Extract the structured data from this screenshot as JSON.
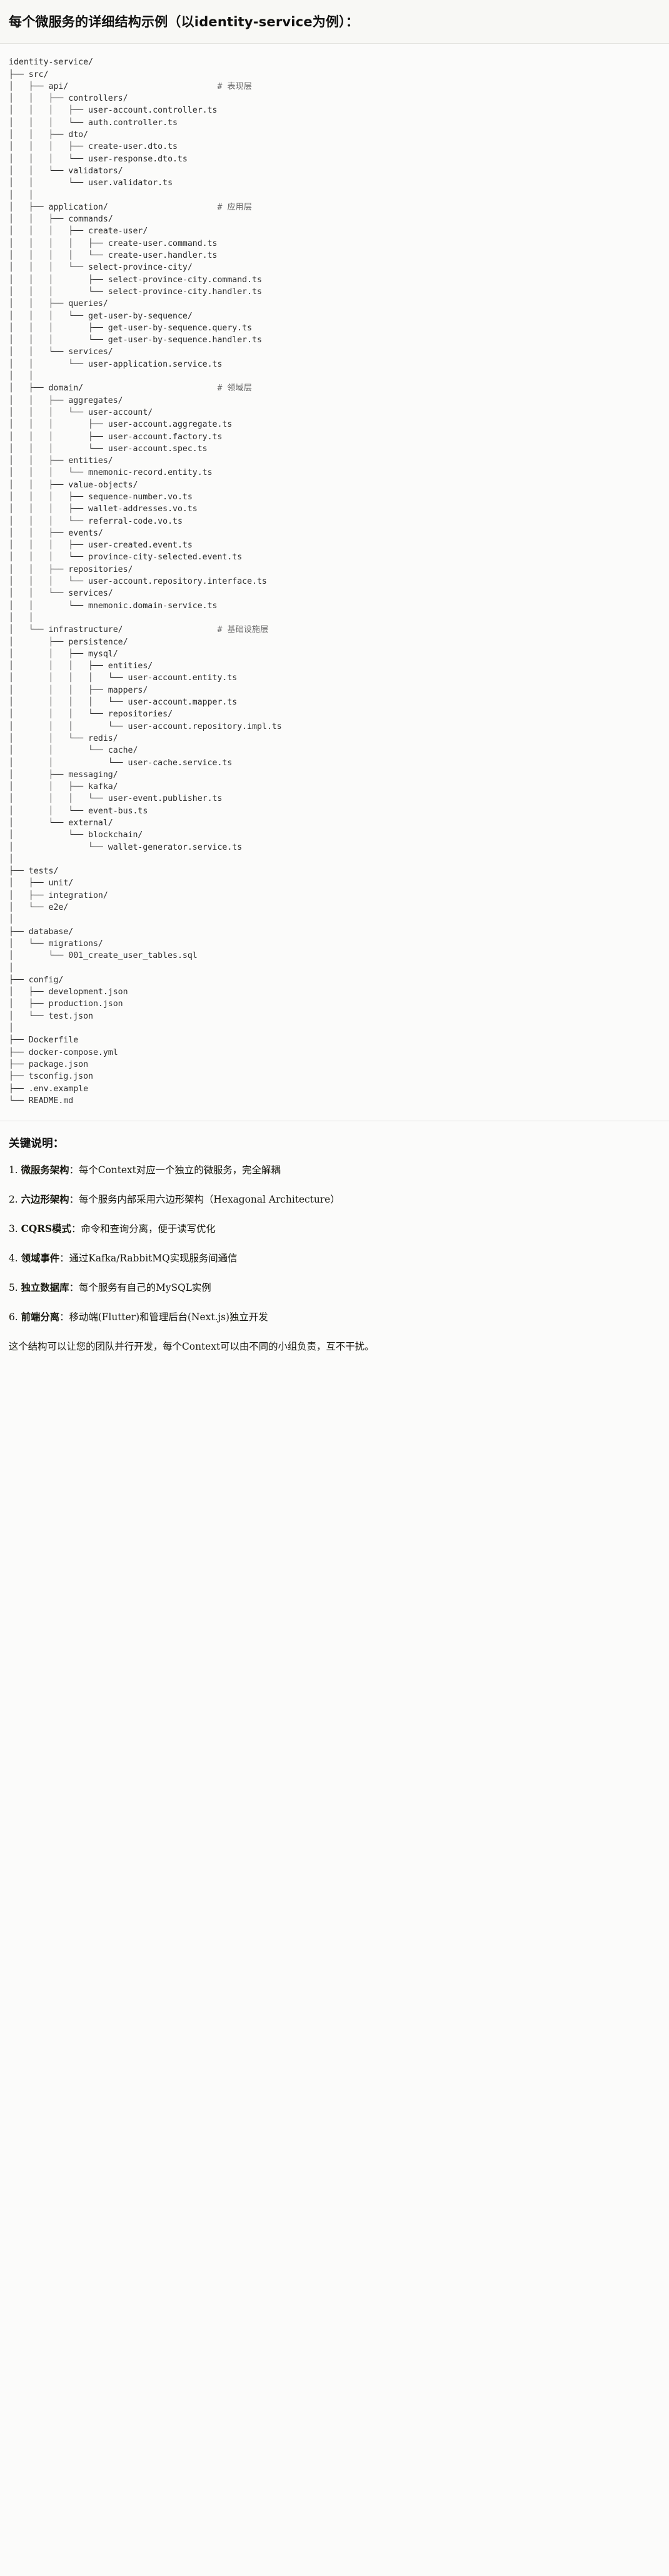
{
  "header": {
    "title": "每个微服务的详细结构示例（以identity-service为例）："
  },
  "tree": {
    "root": "identity-service/",
    "text": "identity-service/\n├── src/\n│   ├── api/                              # 表现层\n│   │   ├── controllers/\n│   │   │   ├── user-account.controller.ts\n│   │   │   └── auth.controller.ts\n│   │   ├── dto/\n│   │   │   ├── create-user.dto.ts\n│   │   │   └── user-response.dto.ts\n│   │   └── validators/\n│   │       └── user.validator.ts\n│   │\n│   ├── application/                      # 应用层\n│   │   ├── commands/\n│   │   │   ├── create-user/\n│   │   │   │   ├── create-user.command.ts\n│   │   │   │   └── create-user.handler.ts\n│   │   │   └── select-province-city/\n│   │   │       ├── select-province-city.command.ts\n│   │   │       └── select-province-city.handler.ts\n│   │   ├── queries/\n│   │   │   └── get-user-by-sequence/\n│   │   │       ├── get-user-by-sequence.query.ts\n│   │   │       └── get-user-by-sequence.handler.ts\n│   │   └── services/\n│   │       └── user-application.service.ts\n│   │\n│   ├── domain/                           # 领域层\n│   │   ├── aggregates/\n│   │   │   └── user-account/\n│   │   │       ├── user-account.aggregate.ts\n│   │   │       ├── user-account.factory.ts\n│   │   │       └── user-account.spec.ts\n│   │   ├── entities/\n│   │   │   └── mnemonic-record.entity.ts\n│   │   ├── value-objects/\n│   │   │   ├── sequence-number.vo.ts\n│   │   │   ├── wallet-addresses.vo.ts\n│   │   │   └── referral-code.vo.ts\n│   │   ├── events/\n│   │   │   ├── user-created.event.ts\n│   │   │   └── province-city-selected.event.ts\n│   │   ├── repositories/\n│   │   │   └── user-account.repository.interface.ts\n│   │   └── services/\n│   │       └── mnemonic.domain-service.ts\n│   │\n│   └── infrastructure/                   # 基础设施层\n│       ├── persistence/\n│       │   ├── mysql/\n│       │   │   ├── entities/\n│       │   │   │   └── user-account.entity.ts\n│       │   │   ├── mappers/\n│       │   │   │   └── user-account.mapper.ts\n│       │   │   └── repositories/\n│       │   │       └── user-account.repository.impl.ts\n│       │   └── redis/\n│       │       └── cache/\n│       │           └── user-cache.service.ts\n│       ├── messaging/\n│       │   ├── kafka/\n│       │   │   └── user-event.publisher.ts\n│       │   └── event-bus.ts\n│       └── external/\n│           └── blockchain/\n│               └── wallet-generator.service.ts\n│\n├── tests/\n│   ├── unit/\n│   ├── integration/\n│   └── e2e/\n│\n├── database/\n│   └── migrations/\n│       └── 001_create_user_tables.sql\n│\n├── config/\n│   ├── development.json\n│   ├── production.json\n│   └── test.json\n│\n├── Dockerfile\n├── docker-compose.yml\n├── package.json\n├── tsconfig.json\n├── .env.example\n└── README.md",
    "layer_comments": [
      {
        "path": "api/",
        "comment": "# 表现层"
      },
      {
        "path": "application/",
        "comment": "# 应用层"
      },
      {
        "path": "domain/",
        "comment": "# 领域层"
      },
      {
        "path": "infrastructure/",
        "comment": "# 基础设施层"
      }
    ]
  },
  "notes": {
    "heading": "关键说明：",
    "items": [
      {
        "term": "微服务架构",
        "desc": "：每个Context对应一个独立的微服务，完全解耦"
      },
      {
        "term": "六边形架构",
        "desc": "：每个服务内部采用六边形架构（Hexagonal Architecture）"
      },
      {
        "term": "CQRS模式",
        "desc": "：命令和查询分离，便于读写优化"
      },
      {
        "term": "领域事件",
        "desc": "：通过Kafka/RabbitMQ实现服务间通信"
      },
      {
        "term": "独立数据库",
        "desc": "：每个服务有自己的MySQL实例"
      },
      {
        "term": "前端分离",
        "desc": "：移动端(Flutter)和管理后台(Next.js)独立开发"
      }
    ],
    "footer": "这个结构可以让您的团队并行开发，每个Context可以由不同的小组负责，互不干扰。"
  },
  "colors": {
    "page_background": "#fbfbfa",
    "title_background": "#f8f8f5",
    "divider": "#e4e4e0",
    "body_text": "#1b1b1a",
    "tree_text": "#2b2b2b",
    "comment_text": "#6b6b6b"
  }
}
